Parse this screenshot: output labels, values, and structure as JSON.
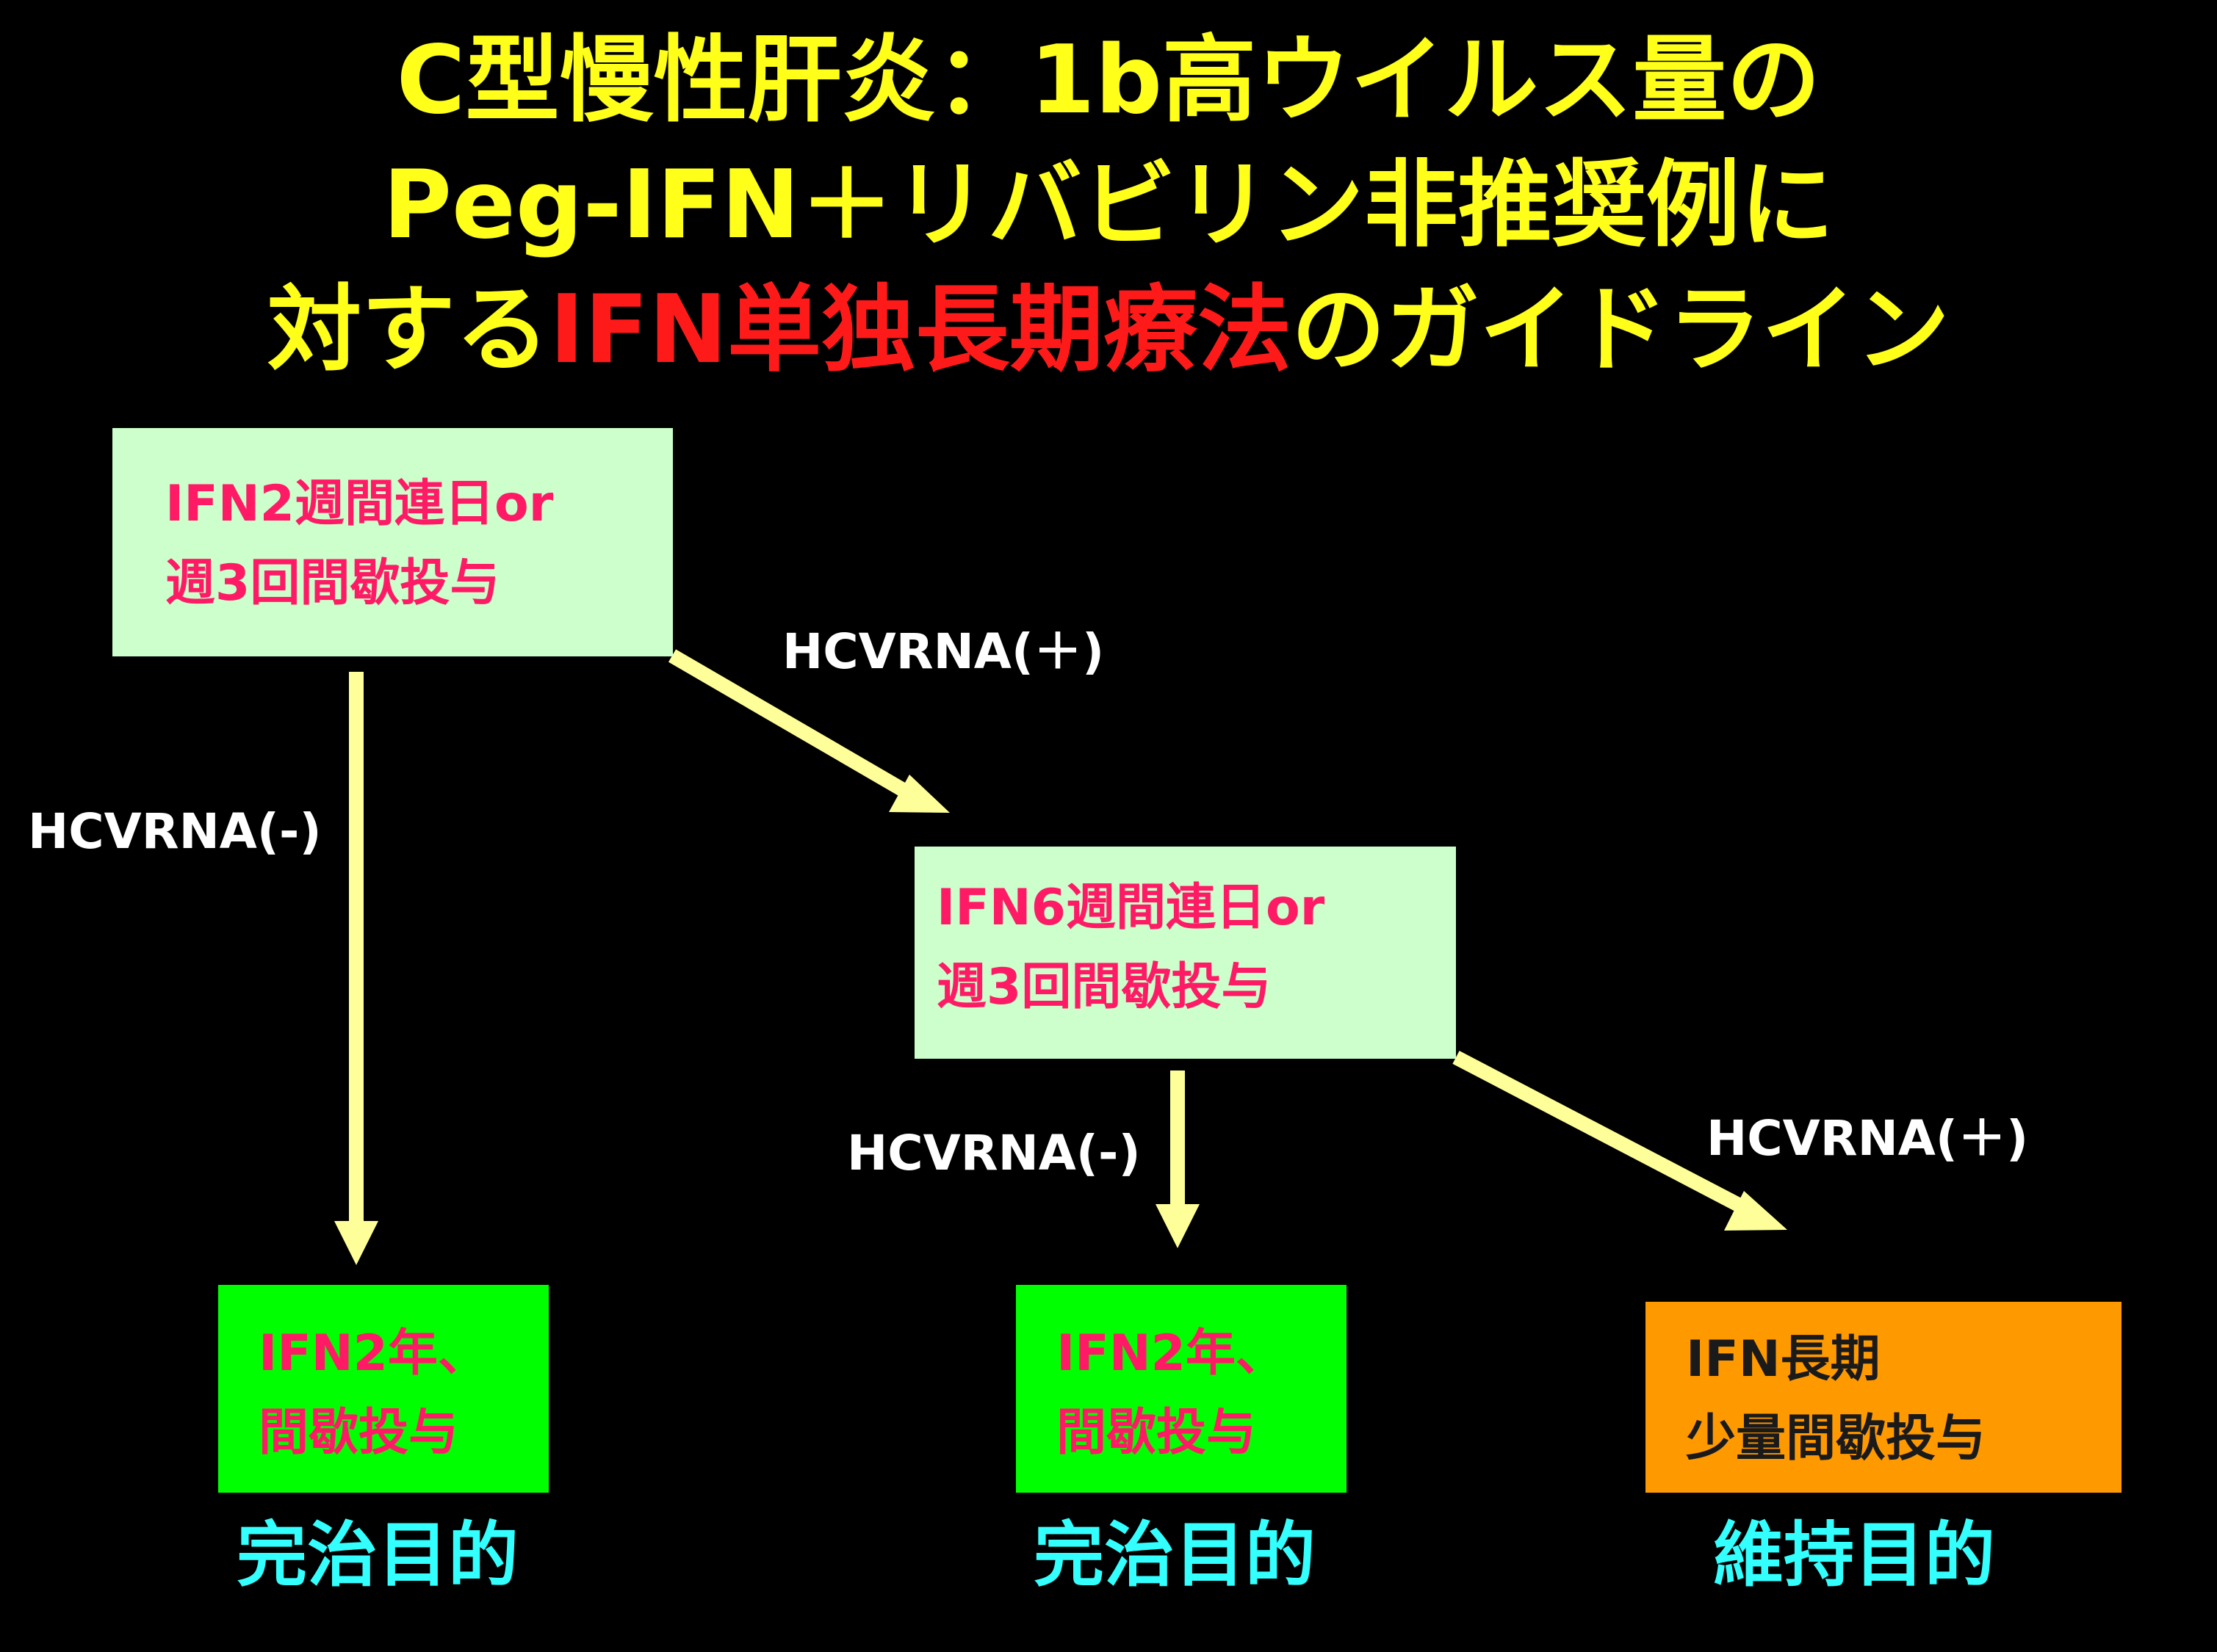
{
  "title": {
    "line1": "C型慢性肝炎：1b高ウイルス量の",
    "line2": "Peg-IFN＋リバビリン非推奨例に",
    "line3_prefix": "対する",
    "line3_highlight": "IFN単独長期療法",
    "line3_suffix": "のガイドライン"
  },
  "boxes": {
    "initial": {
      "line1": "IFN2週間連日or",
      "line2": "週3回間歇投与"
    },
    "extended": {
      "line1": "IFN6週間連日or",
      "line2": "週3回間歇投与"
    },
    "outcome_left": {
      "line1": "IFN2年、",
      "line2": "間歇投与"
    },
    "outcome_middle": {
      "line1": "IFN2年、",
      "line2": "間歇投与"
    },
    "outcome_right": {
      "line1": "IFN長期",
      "line2": "少量間歇投与"
    }
  },
  "labels": {
    "positive_1": "HCVRNA(＋)",
    "negative_1": "HCVRNA(-)",
    "negative_2": "HCVRNA(-)",
    "positive_2": "HCVRNA(＋)"
  },
  "purposes": {
    "left": "完治目的",
    "middle": "完治目的",
    "right": "維持目的"
  },
  "colors": {
    "background": "#000000",
    "title": "#ffff1a",
    "title_highlight": "#ff1a1a",
    "arrow": "#ffff99",
    "box_pale": "#ccffcc",
    "box_green": "#00ff00",
    "box_orange": "#ff9900",
    "box_text_pink": "#ff1a66",
    "purpose_text": "#33ffff"
  }
}
